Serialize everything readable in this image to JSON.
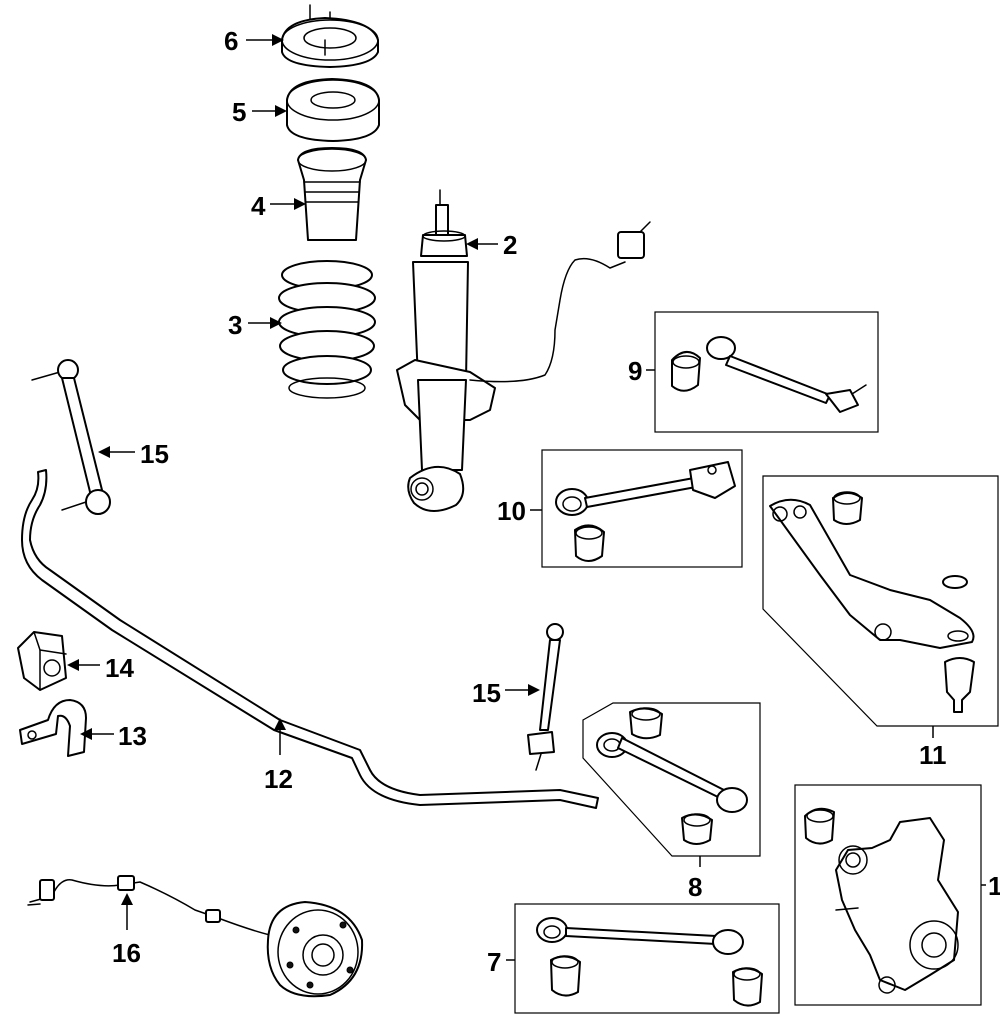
{
  "callouts": {
    "c1": "1",
    "c2": "2",
    "c3": "3",
    "c4": "4",
    "c5": "5",
    "c6": "6",
    "c7": "7",
    "c8": "8",
    "c9": "9",
    "c10": "10",
    "c11": "11",
    "c12": "12",
    "c13": "13",
    "c14": "14",
    "c15a": "15",
    "c15b": "15",
    "c16": "16"
  }
}
